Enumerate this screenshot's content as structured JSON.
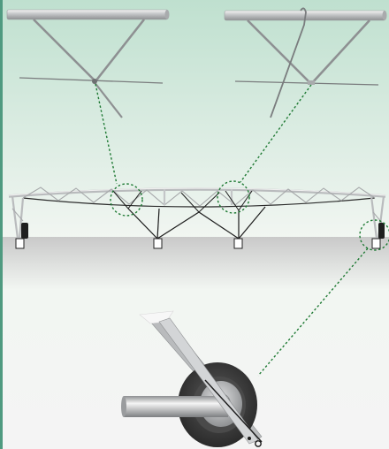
{
  "colors": {
    "sky_top": "#bfe0cf",
    "sky_bottom": "#f2f6f2",
    "ground_top": "#c9c9c9",
    "ground_bottom": "#f4f4f4",
    "left_edge": "#4f9a80",
    "steel_light": "#f4f4f4",
    "steel_mid": "#c2c4c6",
    "steel_dark": "#8e9092",
    "leader_line": "#1f7a34",
    "tire": "#3a3a3a",
    "hub": "#a9abad",
    "strut": "#1f1f1f"
  },
  "callouts": [
    {
      "name": "upper-truss-detail-left",
      "target": "truss-joint-left"
    },
    {
      "name": "upper-truss-detail-right",
      "target": "truss-joint-right"
    },
    {
      "name": "wheel-detail",
      "target": "tower-wheel-right"
    }
  ]
}
